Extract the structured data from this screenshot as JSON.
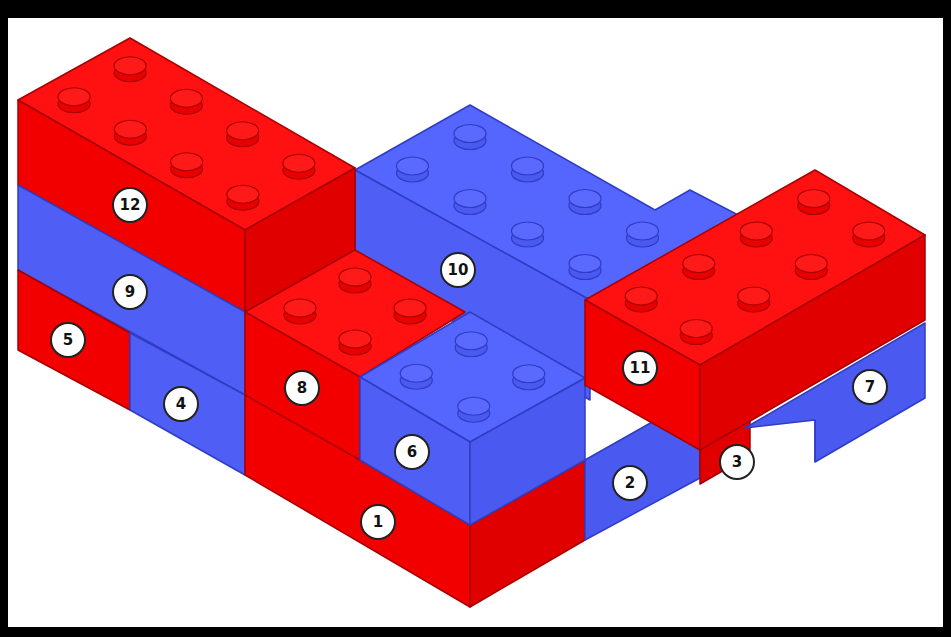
{
  "diagram": {
    "labels": [
      "12",
      "9",
      "5",
      "4",
      "8",
      "10",
      "6",
      "1",
      "2",
      "11",
      "3",
      "7"
    ]
  }
}
